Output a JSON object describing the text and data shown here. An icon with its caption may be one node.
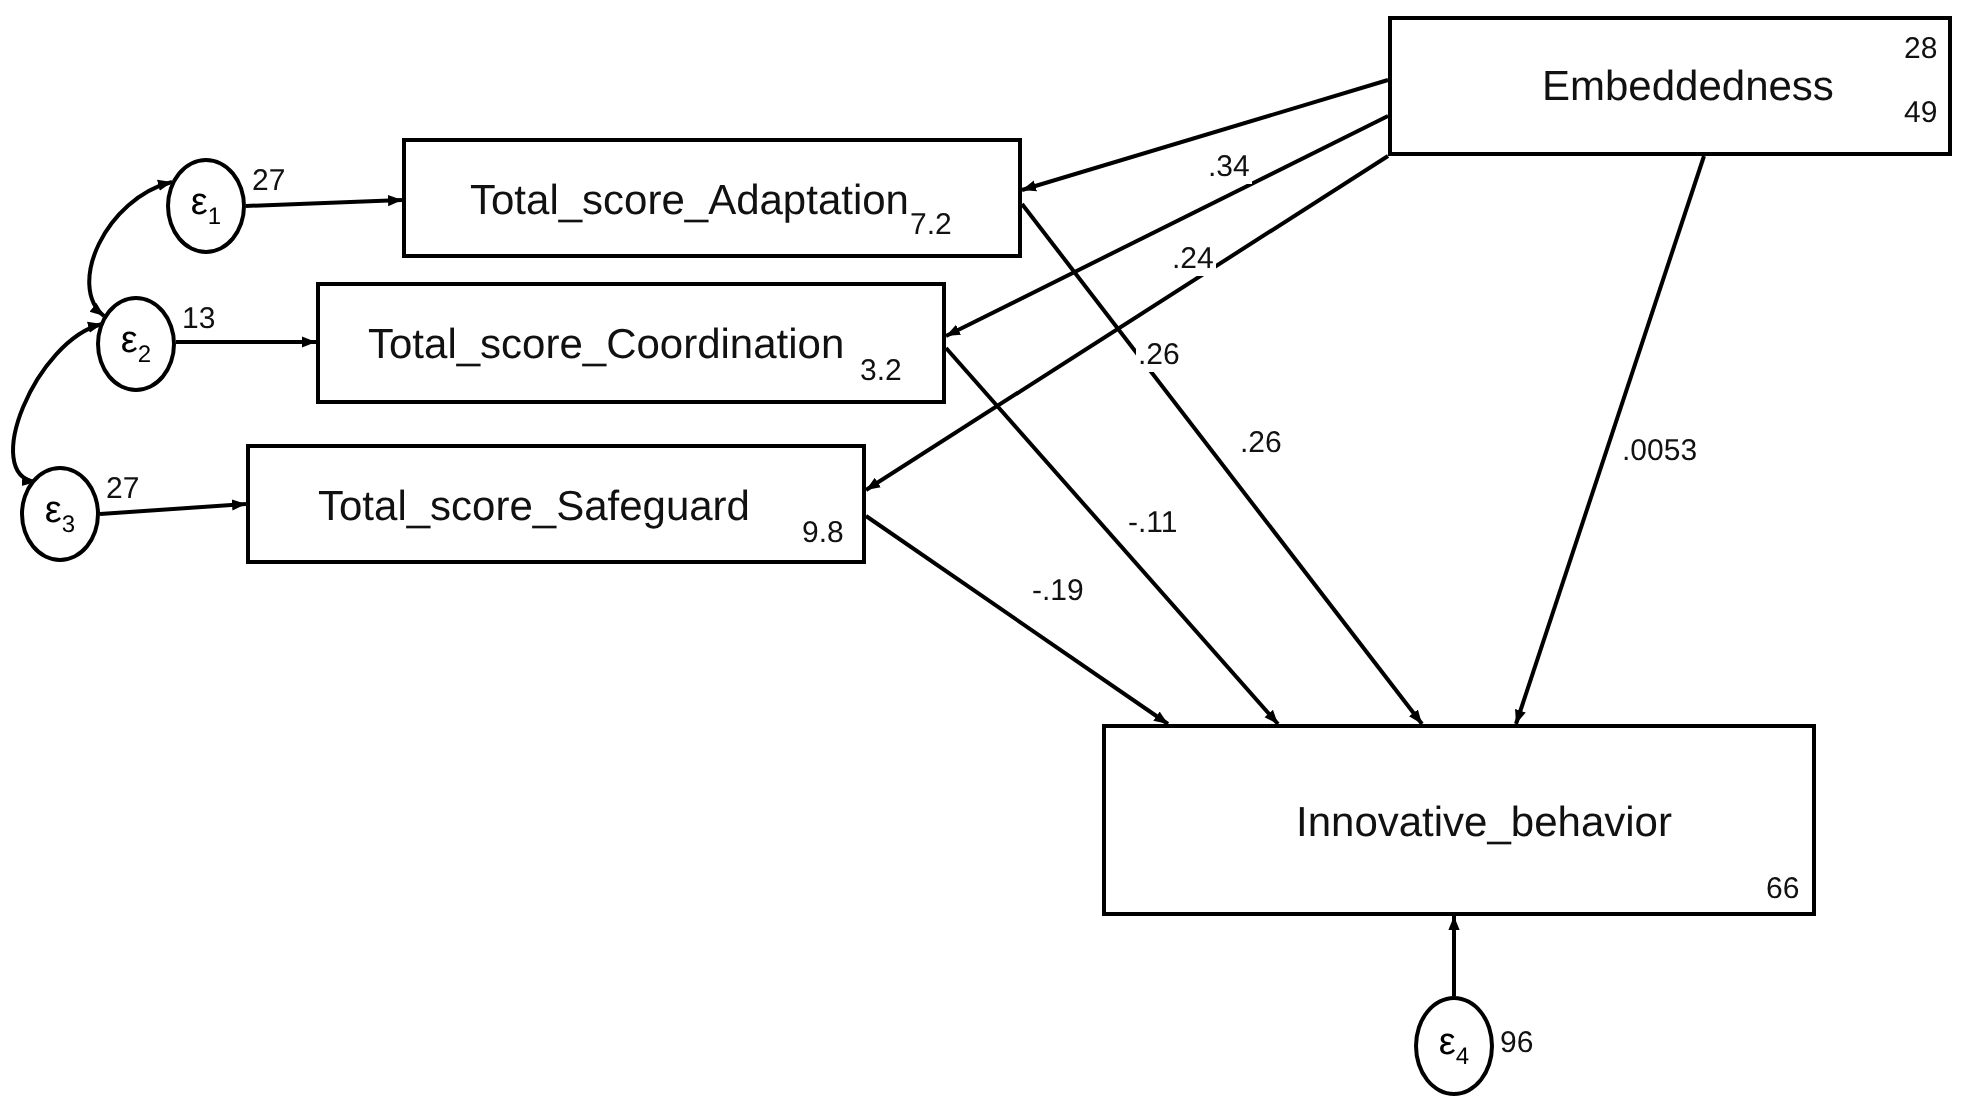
{
  "diagram": {
    "nodes": [
      {
        "text": [
          "ε$_{1}$"
        ],
        "beside": [
          "27"
        ]
      },
      {
        "text": [
          "ε$_{2}$"
        ],
        "beside": [
          "13"
        ]
      },
      {
        "text": [
          "ε$_{3}$"
        ],
        "beside": [
          "27"
        ]
      },
      {
        "text": [
          "Total_score_Adaptation",
          "7.2"
        ]
      },
      {
        "text": [
          "Total_score_Coordination",
          "3.2"
        ]
      },
      {
        "text": [
          "Total_score_Safeguard",
          "9.8"
        ]
      },
      {
        "text": [
          "Embeddedness",
          "28",
          "49"
        ]
      },
      {
        "text": [
          "Innovative_behavior",
          "66"
        ]
      },
      {
        "text": [
          "ε$_{4}$"
        ],
        "beside": [
          "96"
        ]
      }
    ],
    "edges": [
      {
        "from": 0,
        "to": 3,
        "arrow": "to"
      },
      {
        "from": 1,
        "to": 4,
        "arrow": "to"
      },
      {
        "from": 2,
        "to": 5,
        "arrow": "to"
      },
      {
        "from": 0,
        "to": 1,
        "arrow": "both"
      },
      {
        "from": 1,
        "to": 2,
        "arrow": "both"
      },
      {
        "from": 6,
        "to": 3,
        "arrow": "to",
        "label": ".34"
      },
      {
        "from": 6,
        "to": 4,
        "arrow": "to",
        "label": ".24"
      },
      {
        "from": 6,
        "to": 5,
        "arrow": "to",
        "label": ".26"
      },
      {
        "from": 3,
        "to": 7,
        "arrow": "to",
        "label": ".26"
      },
      {
        "from": 4,
        "to": 7,
        "arrow": "to",
        "label": "-.11"
      },
      {
        "from": 5,
        "to": 7,
        "arrow": "to",
        "label": "-.19"
      },
      {
        "from": 6,
        "to": 7,
        "arrow": "to",
        "label": ".0053"
      },
      {
        "from": 8,
        "to": 7,
        "arrow": "to"
      }
    ]
  }
}
